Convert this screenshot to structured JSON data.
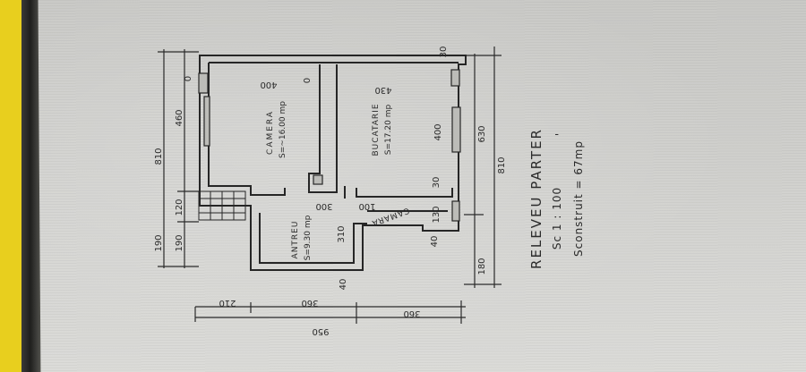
{
  "drawing": {
    "title": "RELEVEU PARTER",
    "scale": "Sc 1 : 100",
    "mark": "'",
    "built_area": "Sconstruit = 67mp"
  },
  "rooms": {
    "camera": {
      "name": "CAMERA",
      "area": "S=~16.00 mp",
      "dim": "400"
    },
    "bucatarie": {
      "name": "BUCATARIE",
      "area": "S=17.20 mp",
      "dim_top": "430",
      "dim_side": "400"
    },
    "antreu": {
      "name": "ANTREU",
      "area": "S=9.30 mp",
      "dim_side": "310",
      "dim_top": "300"
    },
    "camara": {
      "name": "CAMARA",
      "dim_a": "130",
      "dim_b": "100"
    }
  },
  "dims": {
    "left_total": "810",
    "left_a": "460",
    "left_b": "120",
    "left_c": "190",
    "right_total": "810",
    "right_a": "630",
    "right_b": "180",
    "bottom_a": "210",
    "bottom_b": "360",
    "bottom_c": "360",
    "bottom_total": "950",
    "wall_top": "30",
    "wall_mid": "30",
    "wall_left": "0",
    "wall_small_a": "40",
    "wall_small_b": "40",
    "wall_camera": "0"
  },
  "colors": {
    "ink": "#2a2a2a",
    "paper": "#d2d2cf",
    "strip": "#e8cf1e"
  }
}
